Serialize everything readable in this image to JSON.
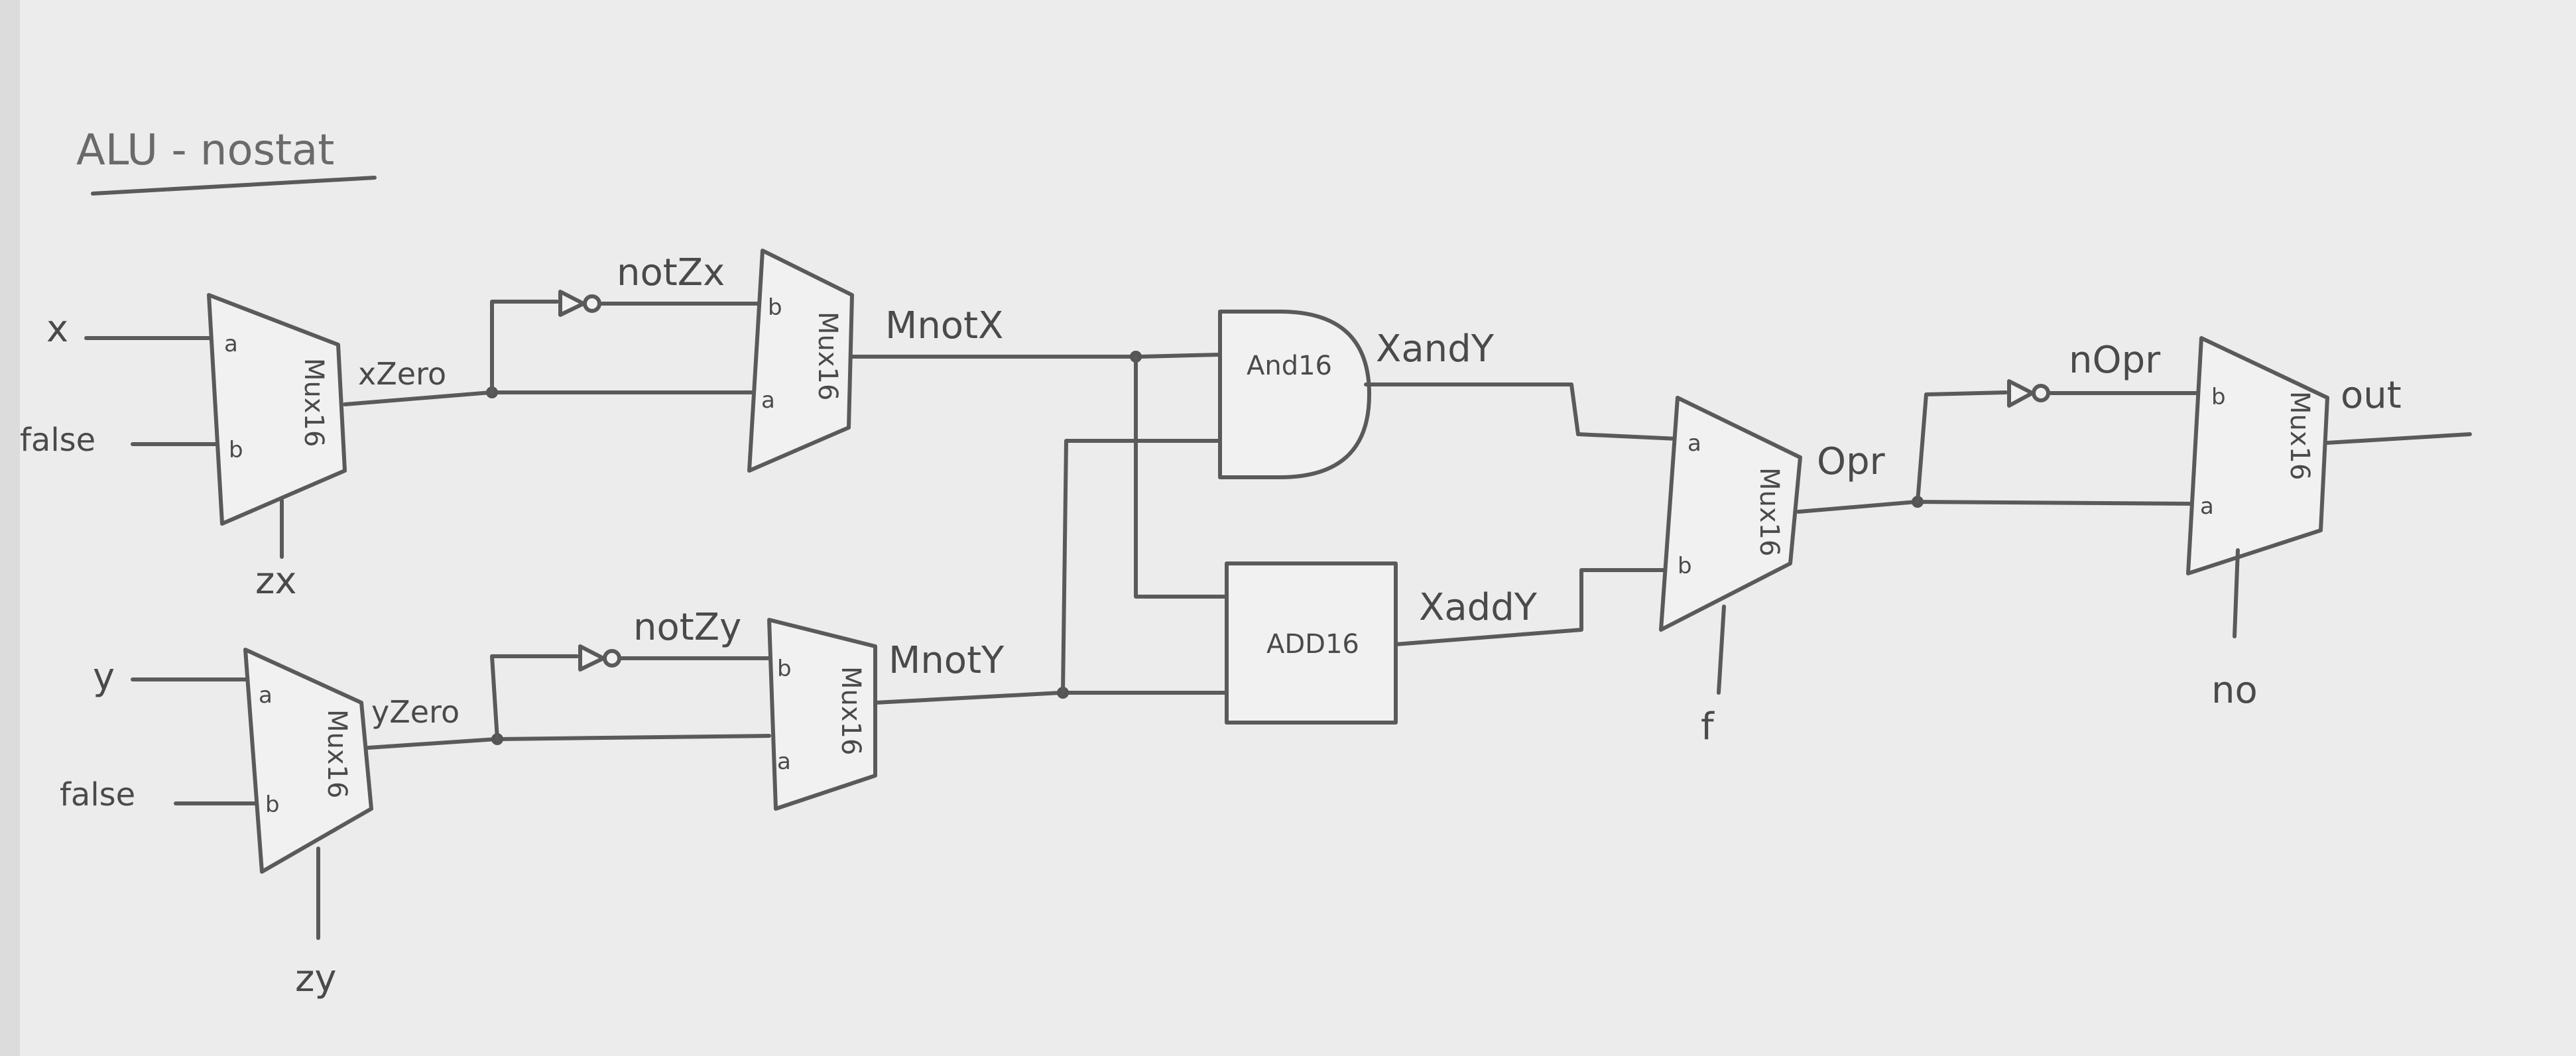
{
  "title": "ALU - nostat",
  "inputs": {
    "x": "x",
    "false_top": "false",
    "zx": "zx",
    "y": "y",
    "false_bottom": "false",
    "zy": "zy",
    "f": "f",
    "no": "no"
  },
  "wires": {
    "xZero": "xZero",
    "notZx": "notZx",
    "MnotX": "MnotX",
    "yZero": "yZero",
    "notZy": "notZy",
    "MnotY": "MnotY",
    "XandY": "XandY",
    "XaddY": "XaddY",
    "Opr": "Opr",
    "nOpr": "nOpr",
    "out": "out"
  },
  "gates": {
    "mux": "Mux16",
    "and": "And16",
    "add": "ADD16"
  },
  "ports": {
    "a": "a",
    "b": "b"
  }
}
